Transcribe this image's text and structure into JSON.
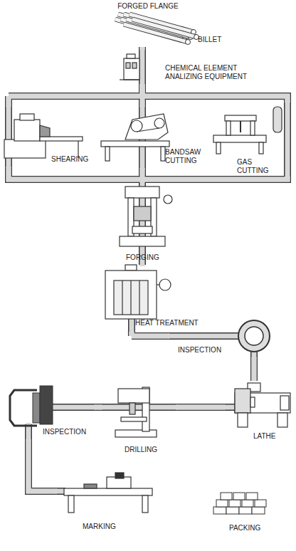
{
  "diagram": {
    "title": "FORGED FLANGE",
    "nodes": [
      {
        "text": [
          "BILLET"
        ]
      },
      {
        "text": [
          "CHEMICAL ELEMENT ANALIZING EQUIPMENT"
        ]
      },
      {
        "text": [
          "SHEARING"
        ]
      },
      {
        "text": [
          "BANDSAW CUTTING"
        ]
      },
      {
        "text": [
          "GAS CUTTING"
        ]
      },
      {
        "text": [
          "FORGING"
        ]
      },
      {
        "text": [
          "HEAT TREATMENT"
        ]
      },
      {
        "text": [
          "INSPECTION"
        ]
      },
      {
        "text": [
          "LATHE"
        ]
      },
      {
        "text": [
          "DRILLING"
        ]
      },
      {
        "text": [
          "INSPECTION"
        ]
      },
      {
        "text": [
          "MARKING"
        ]
      },
      {
        "text": [
          "PACKING"
        ]
      }
    ],
    "edges": [
      {
        "from": 0,
        "to": 1,
        "arrow": "none"
      },
      {
        "from": 1,
        "to": 2,
        "arrow": "none"
      },
      {
        "from": 1,
        "to": 3,
        "arrow": "none"
      },
      {
        "from": 1,
        "to": 4,
        "arrow": "none"
      },
      {
        "from": 2,
        "to": 5,
        "arrow": "none"
      },
      {
        "from": 3,
        "to": 5,
        "arrow": "none"
      },
      {
        "from": 4,
        "to": 5,
        "arrow": "none"
      },
      {
        "from": 5,
        "to": 6,
        "arrow": "none"
      },
      {
        "from": 6,
        "to": 7,
        "arrow": "none"
      },
      {
        "from": 7,
        "to": 8,
        "arrow": "none"
      },
      {
        "from": 8,
        "to": 9,
        "arrow": "none"
      },
      {
        "from": 9,
        "to": 10,
        "arrow": "none"
      },
      {
        "from": 10,
        "to": 11,
        "arrow": "none"
      }
    ]
  }
}
